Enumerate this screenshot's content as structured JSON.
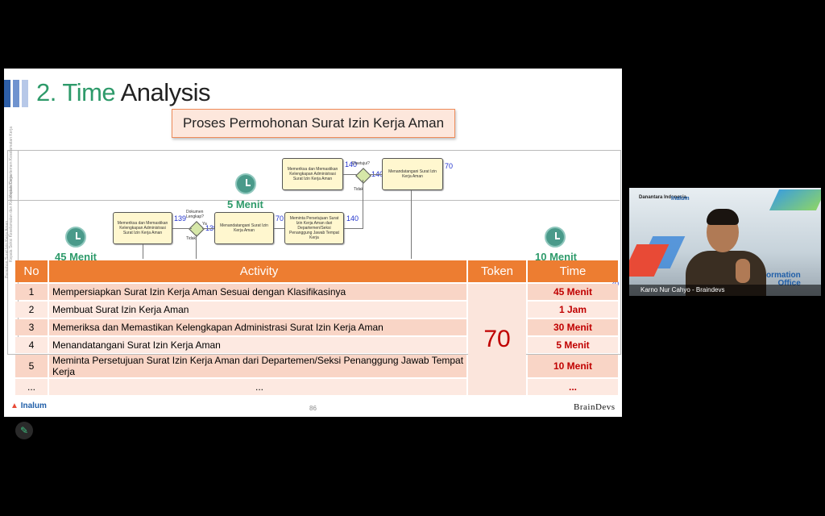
{
  "slide": {
    "title_number": "2.",
    "title_word1": "Time",
    "title_word2": "Analysis",
    "subtitle": "Proses Permohonan Surat Izin Kerja Aman",
    "page_number": "86",
    "footer_logo": "Inalum",
    "brand": "BrainDevs"
  },
  "diagram": {
    "lane_top_label": "Kepala Departemen Keselamatan Kerja",
    "lane_mid_label": "Kepala Seksi Keselamatan dan Kesehatan Kerja",
    "lane_bottom_label": "Pemohon Surat Izin Kerja Aman",
    "tasks": [
      "Memeriksa dan Memastikan Kelengkapan Administrasi Surat Izin Kerja Aman",
      "Menandatangani Surat Izin Kerja Aman",
      "Meminta Persetujuan Surat Izin Kerja Aman dari Departemen/Seksi Penanggung Jawab Tempat Kerja",
      "Memeriksa dan Memastikan Kelengkapan Administrasi Surat Izin Kerja Aman",
      "Menandatangani Surat Izin Kerja Aman"
    ],
    "gateway1_label": "Dokumen Lengkap?",
    "gateway2_label": "Disetujui?",
    "yes_label": "Ya",
    "no_label": "Tidak",
    "tokens": [
      "139",
      "139",
      "70",
      "140",
      "140",
      "140",
      "70",
      "70"
    ],
    "clock_labels": [
      "5 Menit",
      "45 Menit",
      "10 Menit"
    ]
  },
  "table": {
    "headers": [
      "No",
      "Activity",
      "Token",
      "Time"
    ],
    "token_value": "70",
    "rows": [
      {
        "no": "1",
        "activity": "Mempersiapkan Surat Izin Kerja Aman Sesuai dengan Klasifikasinya",
        "time": "45 Menit"
      },
      {
        "no": "2",
        "activity": "Membuat Surat Izin Kerja Aman",
        "time": "1 Jam"
      },
      {
        "no": "3",
        "activity": "Memeriksa dan Memastikan Kelengkapan Administrasi Surat Izin Kerja Aman",
        "time": "30 Menit"
      },
      {
        "no": "4",
        "activity": "Menandatangani Surat Izin Kerja Aman",
        "time": "5 Menit"
      },
      {
        "no": "5",
        "activity": "Meminta Persetujuan Surat Izin Kerja Aman dari Departemen/Seksi Penanggung Jawab Tempat Kerja",
        "time": "10 Menit"
      },
      {
        "no": "...",
        "activity": "...",
        "time": "..."
      }
    ]
  },
  "video": {
    "participant_name": "Karno Nur Cahyo - Braindevs",
    "logo1": "Danantara Indonesia",
    "logo2": "Inalum",
    "bg_text_line1": "ormation",
    "bg_text_line2": "Office"
  },
  "colors": {
    "header_orange": "#ed7d31",
    "time_red": "#c00000",
    "title_green": "#2e9a6a",
    "bar_blue_1": "#2e5fa8",
    "bar_blue_2": "#6f93cf",
    "bar_blue_3": "#b7c8e8"
  },
  "icons": [
    "clock-icon",
    "pencil-icon",
    "signal-icon"
  ]
}
